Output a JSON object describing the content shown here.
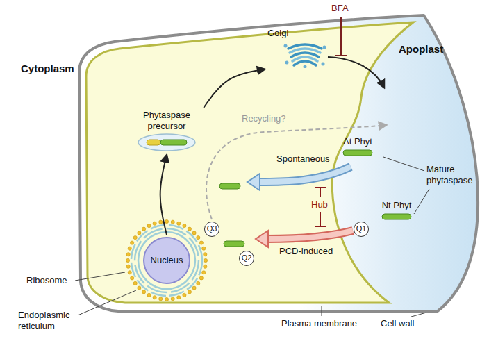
{
  "diagram": {
    "nodes": [
      {
        "text": [
          "Nucleus"
        ]
      },
      {
        "text": [
          "Phytaspase precursor"
        ]
      },
      {
        "text": [
          "Golgi"
        ]
      },
      {
        "text": [
          "At Phyt"
        ]
      },
      {
        "text": [
          "Nt Phyt"
        ]
      },
      {
        "text": [
          "Q1"
        ]
      },
      {
        "text": [
          "Q2"
        ]
      },
      {
        "text": [
          "Q3"
        ]
      }
    ],
    "edges": [
      {
        "from": 0,
        "to": 1,
        "arrow": "to"
      },
      {
        "from": 1,
        "to": 2,
        "arrow": "to"
      }
    ],
    "labels": [
      "Cytoplasm",
      "Apoplast",
      "BFA",
      "Recycling?",
      "Spontaneous",
      "Hub",
      "PCD-induced",
      "Mature phytaspase",
      "Ribosome",
      "Endoplasmic reticulum",
      "Cell wall",
      "Plasma membrane"
    ]
  }
}
